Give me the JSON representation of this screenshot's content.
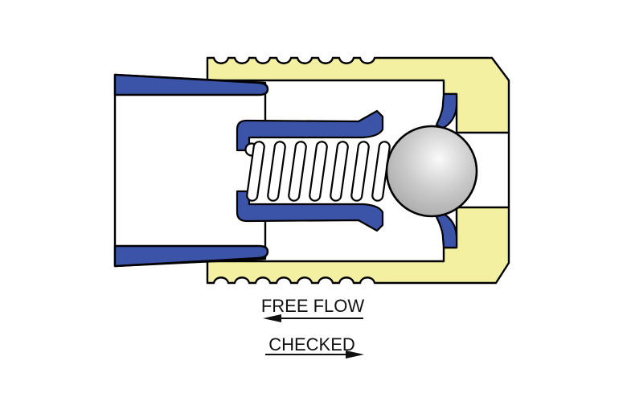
{
  "diagram": {
    "background": "#FFFFFF",
    "labels": {
      "free_flow": {
        "text": "FREE FLOW",
        "arrow_direction": "left"
      },
      "checked": {
        "text": "CHECKED",
        "arrow_direction": "right"
      }
    },
    "colors": {
      "body_yellow": "#F3F0A1",
      "seal_blue": "#3B54A8",
      "outline": "#000000",
      "white": "#FFFFFF",
      "ball_highlight": "#FAFAFA",
      "ball_mid": "#C9C9C9",
      "ball_edge": "#9A9A9A"
    }
  }
}
